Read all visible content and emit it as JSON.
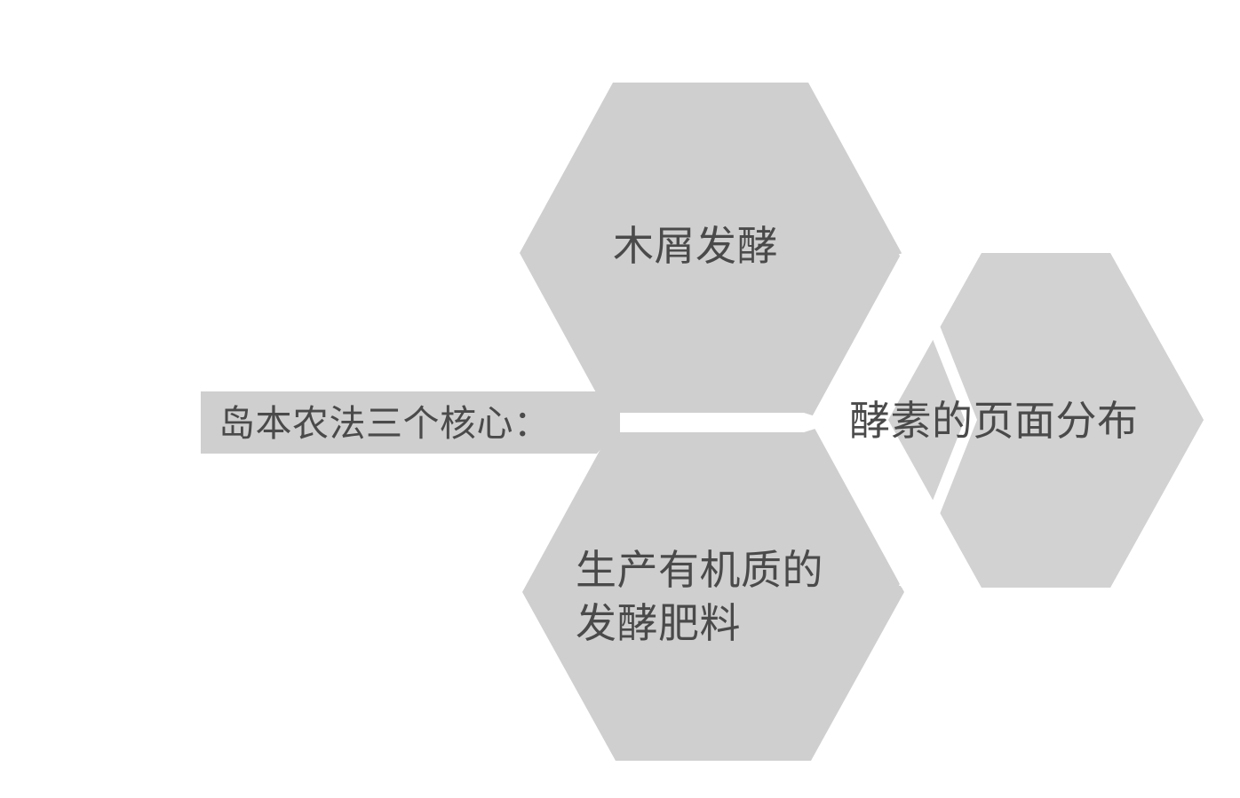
{
  "diagram": {
    "type": "hexagon-cluster",
    "background_color": "#FFFFFF",
    "shape_fill_color": "#CFCFCF",
    "shape_fill_color_alt": "#D2D2D2",
    "text_color": "#4A4A4A",
    "separator_color": "#FFFFFF",
    "root": {
      "label": "岛本农法三个核心：",
      "shape": "chevron-bar"
    },
    "nodes": [
      {
        "id": "top",
        "label": "木屑发酵",
        "shape": "hexagon",
        "position": "top"
      },
      {
        "id": "right",
        "label": "酵素的页面分布",
        "shape": "hexagon",
        "position": "right"
      },
      {
        "id": "bottom",
        "label": "生产有机质的\n发酵肥料",
        "shape": "hexagon",
        "position": "bottom"
      }
    ]
  }
}
